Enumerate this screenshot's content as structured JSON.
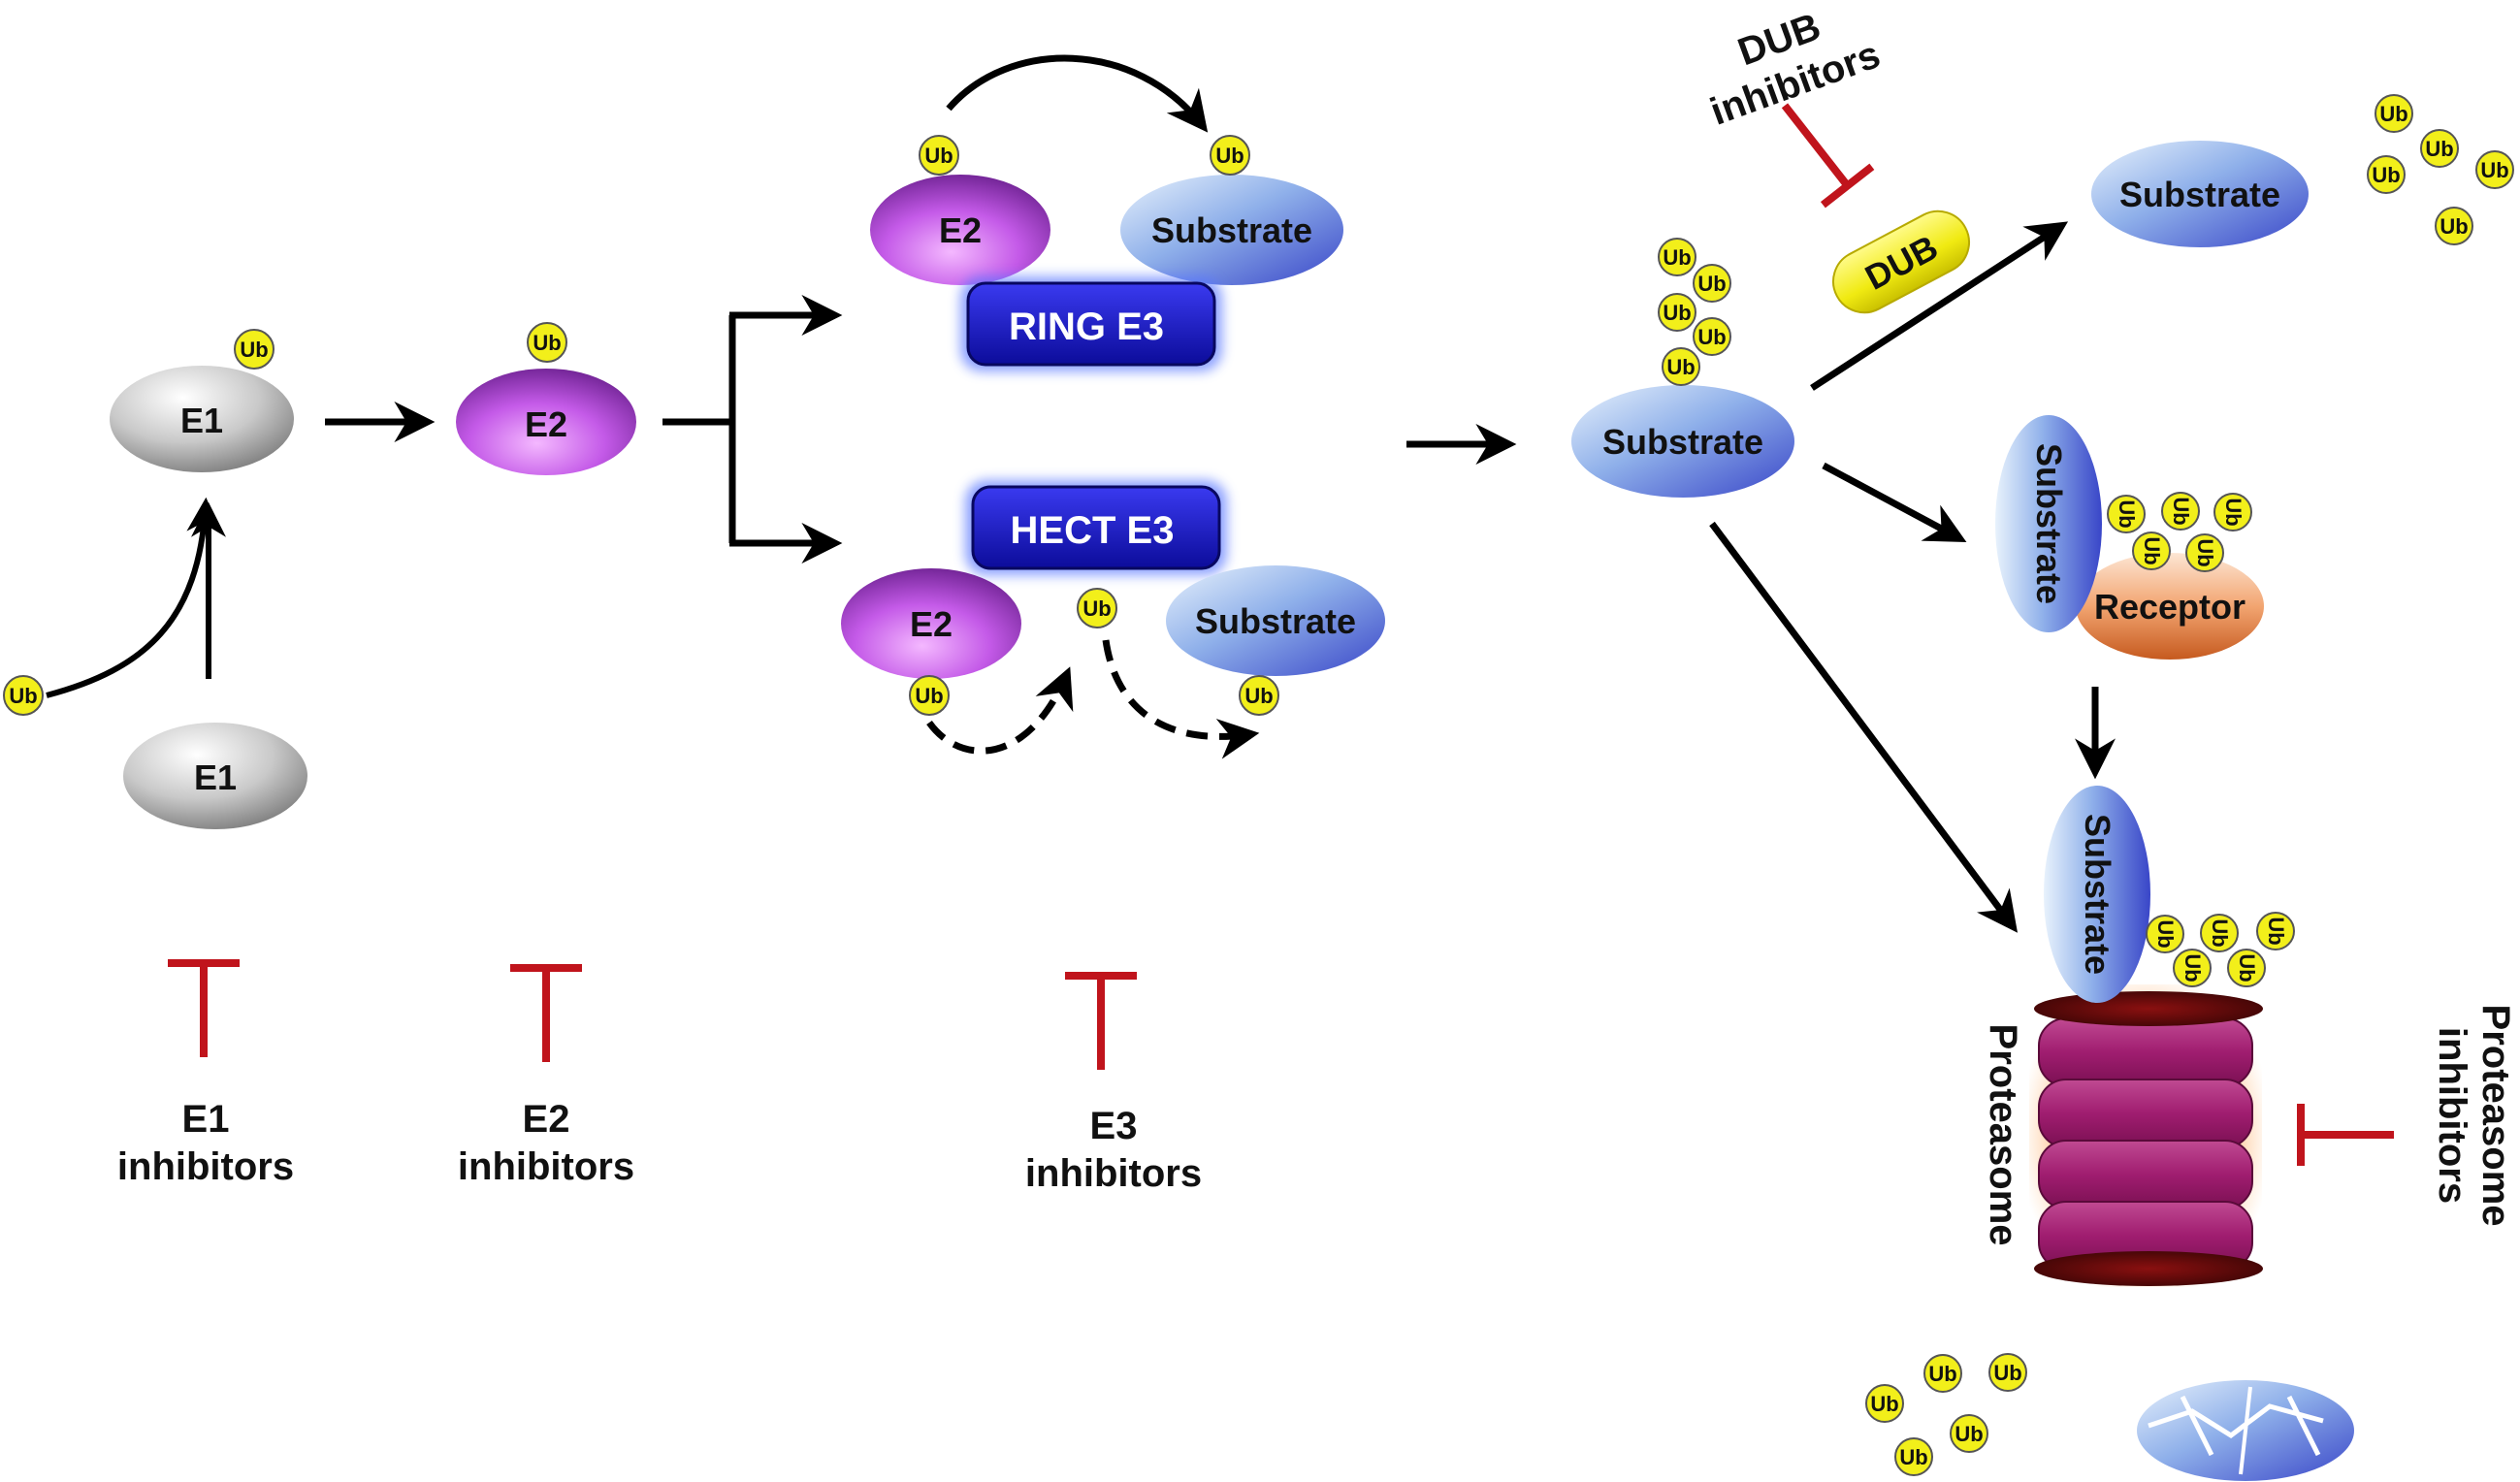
{
  "ub": "Ub",
  "enzymes": {
    "e1": "E1",
    "e2": "E2",
    "ring_e3": "RING E3",
    "hect_e3": "HECT E3",
    "substrate": "Substrate",
    "dub": "DUB",
    "receptor": "Receptor",
    "proteasome": "Proteasome"
  },
  "inhibitors": {
    "e1": [
      "E1",
      "inhibitors"
    ],
    "e2": [
      "E2",
      "inhibitors"
    ],
    "e3": [
      "E3",
      "inhibitors"
    ],
    "dub": [
      "DUB",
      "inhibitors"
    ],
    "proteasome": [
      "Proteasome",
      "inhibitors"
    ]
  },
  "colors": {
    "inhibitor_red": "#c0141c",
    "ub_yellow": "#f2ef1a",
    "e1_gray": "#a8a8a8",
    "e2_purple": "#a646d6",
    "substrate_blue": "#5a76d8",
    "e3_box_blue": "#1c1cc8",
    "dub_yellow": "#ece81e",
    "receptor_orange": "#e3824a",
    "proteasome_magenta": "#9c1f6e"
  }
}
